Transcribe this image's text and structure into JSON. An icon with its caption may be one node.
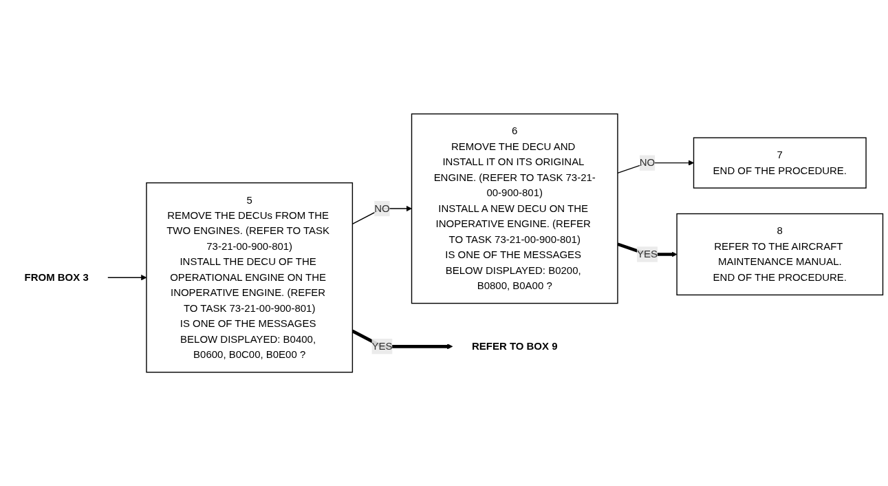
{
  "diagram": {
    "nodes": [
      {
        "text": [
          "FROM BOX 3"
        ]
      },
      {
        "text": [
          "5",
          "REMOVE THE DECUs FROM THE TWO ENGINES. (REFER TO TASK 73-21-00-900-801)",
          "INSTALL THE DECU OF THE OPERATIONAL ENGINE ON THE INOPERATIVE ENGINE. (REFER TO TASK 73-21-00-900-801)",
          "IS ONE OF THE MESSAGES BELOW DISPLAYED: B0400, B0600, B0C00, B0E00 ?"
        ]
      },
      {
        "text": [
          "6",
          "REMOVE THE DECU AND INSTALL IT ON ITS ORIGINAL ENGINE. (REFER TO TASK 73-21-00-900-801)",
          "INSTALL A NEW DECU ON THE INOPERATIVE ENGINE. (REFER TO TASK 73-21-00-900-801)",
          "IS ONE OF THE MESSAGES BELOW DISPLAYED: B0200, B0800, B0A00 ?"
        ]
      },
      {
        "text": [
          "7",
          "END OF THE PROCEDURE."
        ]
      },
      {
        "text": [
          "REFER TO BOX 9"
        ]
      },
      {
        "text": [
          "8",
          "REFER TO THE AIRCRAFT MAINTENANCE MANUAL.",
          "END OF THE PROCEDURE."
        ]
      }
    ],
    "edges": [
      {
        "from": 0,
        "to": 1,
        "arrow": "to"
      },
      {
        "from": 1,
        "to": 2,
        "arrow": "to",
        "label": "NO"
      },
      {
        "from": 2,
        "to": 3,
        "arrow": "to",
        "label": "NO"
      },
      {
        "from": 1,
        "to": 4,
        "arrow": "to",
        "label": "YES",
        "style": "thick"
      },
      {
        "from": 2,
        "to": 5,
        "arrow": "to",
        "label": "YES",
        "style": "thick"
      }
    ]
  }
}
